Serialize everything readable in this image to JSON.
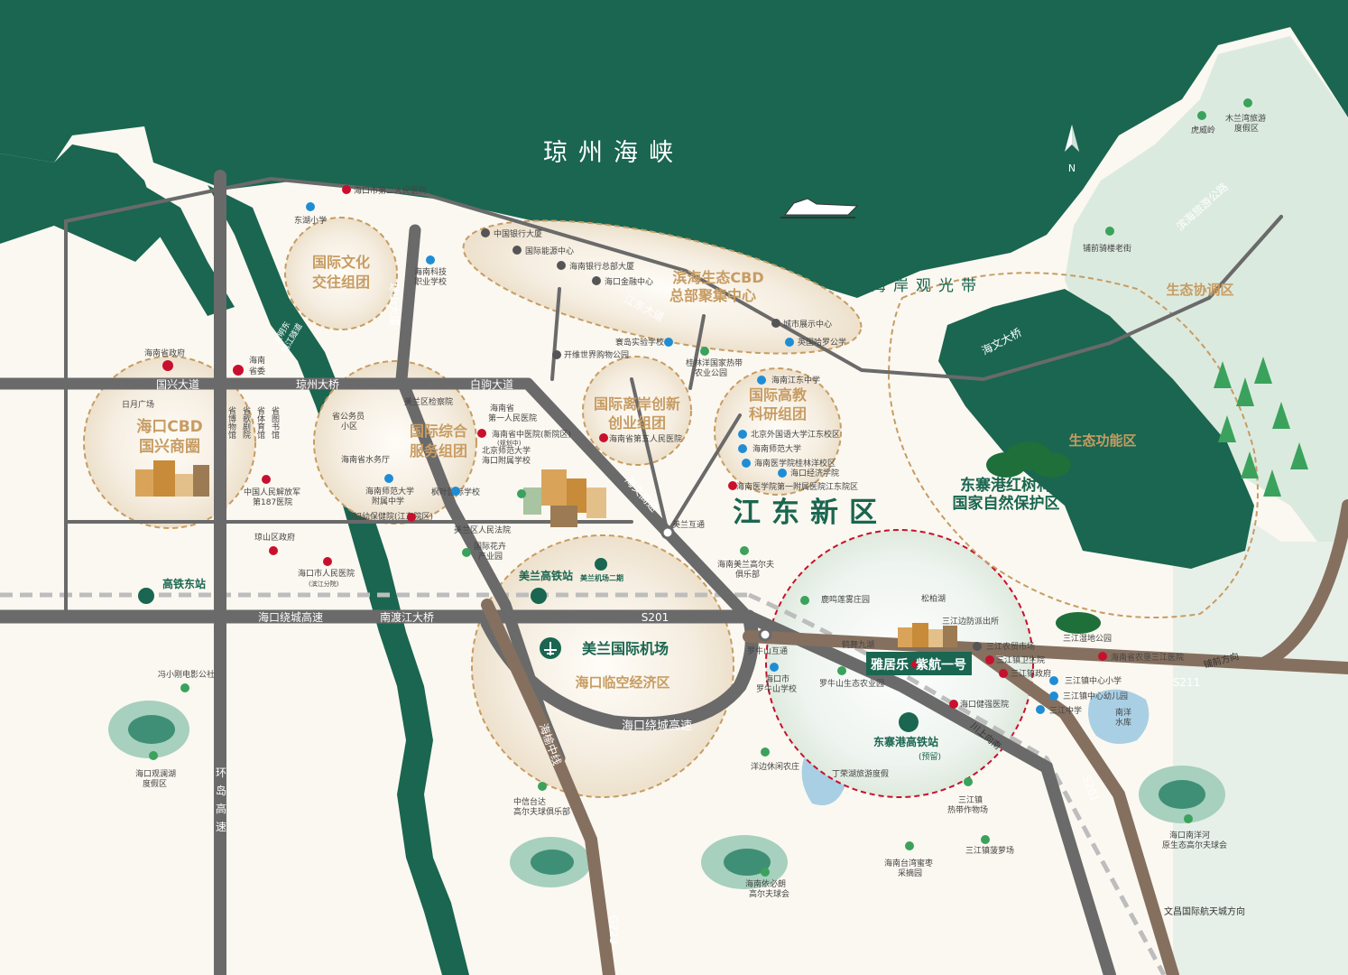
{
  "colors": {
    "sea": "#1a6650",
    "land": "#fbf8f1",
    "pale_green": "#dbeadf",
    "road_grey": "#6a6a6a",
    "road_brown": "#85705f",
    "zone_gold": "#c79c63",
    "accent_red": "#c8102e",
    "icon_blue": "#1f8dd6",
    "train_rail": "#c4c4c4"
  },
  "water": {
    "strait": "琼州海峡",
    "coast_belt": "东海岸观光带",
    "compass_n": "N"
  },
  "district": {
    "jiangdong": "江东新区"
  },
  "zones": {
    "culture": [
      "国际文化",
      "交往组团"
    ],
    "cbd_haikou": [
      "海口CBD",
      "国兴商圈"
    ],
    "service": [
      "国际综合",
      "服务组团"
    ],
    "cbd_binhai": [
      "滨海生态CBD",
      "总部聚集中心"
    ],
    "offshore": [
      "国际离岸创新",
      "创业组团"
    ],
    "edu": [
      "国际高教",
      "科研组团"
    ],
    "eco_coord": "生态协调区",
    "eco_func": "生态功能区",
    "mangrove": [
      "东寨港红树林",
      "国家自然保护区"
    ],
    "airport": "美兰国际机场",
    "airport_zone": "海口临空经济区"
  },
  "roads": {
    "guoxing": "国兴大道",
    "qiongzhou_bridge": "琼州大桥",
    "baiju": "白驹大道",
    "qiongshan": "琼山大道",
    "jiangdong": "江东大道",
    "haiwen_hwy": "海文高速",
    "haiwen_bridge": "海文大桥",
    "binhai_road": "滨海旅游公路",
    "ring_hwy_left": "海口绕城高速",
    "nandu_bridge": "南渡江大桥",
    "s201": "S201",
    "ring_hwy_bottom": "海口绕城高速",
    "haiyu": "海榆中线",
    "g223": "G223",
    "huandao": [
      "环",
      "岛",
      "高",
      "速"
    ],
    "s211": "S211",
    "s201_lower": "S201",
    "tunnel": [
      "文明东",
      "越江隧道"
    ],
    "chuan": "川上向南",
    "puqian_dir": "铺前方向",
    "wenchang_dir": "文昌国际航天城方向"
  },
  "stations": {
    "gaotie_east": "高铁东站",
    "meilan_hs": "美兰高铁站",
    "airport2": "美兰机场二期",
    "dongzhai_hs": "东寨港高铁站",
    "dongzhai_note": "(预留)"
  },
  "interchanges": {
    "meilan": "美兰互通",
    "luoniushan": "罗牛山互通"
  },
  "project": {
    "name_a": "雅居乐",
    "name_b": "紫航一号"
  },
  "pois": {
    "hospital2": "海口市第二人民医院",
    "dongwu": "东湖小学",
    "nanjiao": [
      "海南科技",
      "职业学校"
    ],
    "boc": "中国银行大厦",
    "energy": "国际能源中心",
    "hnbank": "海南银行总部大厦",
    "jinrong": "海口金融中心",
    "exhibit": "城市展示中心",
    "harrow": "英国哈罗公学",
    "yindao": "寰岛实验学校",
    "kaiwei": "开维世界购物公园",
    "guilin": [
      "桂林洋国家热带",
      "农业公园"
    ],
    "hn_gov": "海南省政府",
    "hn_party": [
      "海南",
      "省委"
    ],
    "riyue": "日月广场",
    "venues": [
      "省博物馆",
      "省歌剧院",
      "省体育馆",
      "省图书馆"
    ],
    "pla187": [
      "中国人民解放军",
      "第187医院"
    ],
    "meilan_proc": "美兰区检察院",
    "civil": [
      "省公务员",
      "小区"
    ],
    "water_dept": "海南省水务厅",
    "hn_normal_attached": [
      "海南师范大学",
      "附属中学"
    ],
    "hospital1": [
      "海南省",
      "第一人民医院"
    ],
    "tcm": "海南省中医院(新院区)",
    "tcm_note": "(规划中)",
    "bnu": [
      "北京师范大学",
      "海口附属学校"
    ],
    "fengye": "枫叶国际学校",
    "maternity": "市妇幼保健院(江东院区)",
    "meilan_court": "美兰区人民法院",
    "hospital5": "海南省第五人民医院",
    "flower": [
      "国际花卉",
      "产业园"
    ],
    "qiongshan_gov": "琼山区政府",
    "hospital_people": [
      "海口市人民医院",
      "(滨江分院)"
    ],
    "jiangdong_mid": "海南江东中学",
    "bfsu": "北京外国语大学江东校区",
    "hnnu": "海南师范大学",
    "hnmc_guilin": "海南医学院桂林洋校区",
    "econ_school": "海口经济学院",
    "hnmc_hosp": "海南医学院第一附属医院江东院区",
    "meilan_golf": [
      "海南美兰高尔夫",
      "俱乐部"
    ],
    "luming": "鹿鸣莲雾庄园",
    "songbai": "松柏湖",
    "police": "三江边防派出所",
    "market": "三江农贸市场",
    "health": "三江镇卫生院",
    "town_gov": "三江镇政府",
    "nongken": "海南省农垦三江医院",
    "wetland": "三江湿地公园",
    "sj_primary": "三江镇中心小学",
    "sj_kinder": "三江镇中心幼儿园",
    "sj_middle": "三江中学",
    "jianqiang": "海口健强医院",
    "he_yun_jiu": "鹤舞九湖",
    "luoniu_school": [
      "海口市",
      "罗牛山学校"
    ],
    "luoniu_farm": "罗牛山生态农业园",
    "nanyang_res": [
      "南洋",
      "水库"
    ],
    "yangbian": "洋边休闲农庄",
    "dingrong": "丁荣湖旅游度假",
    "tropical": [
      "三江镇",
      "热带作物场"
    ],
    "pineapple": "三江镇菠萝场",
    "taiwan_honey": [
      "海南台湾蜜枣",
      "采摘园"
    ],
    "feng_cinema": "冯小刚电影公社",
    "guanlan": [
      "海口观澜湖",
      "度假区"
    ],
    "zhongxin": [
      "中信台达",
      "高尔夫球俱乐部"
    ],
    "yibilang": [
      "海南依必朗",
      "高尔夫球会"
    ],
    "nanyanghe": [
      "海口南洋河",
      "原生态高尔夫球会"
    ],
    "huwei": "虎威岭",
    "mulan": [
      "木兰湾旅游",
      "度假区"
    ],
    "puqian_street": "铺前骑楼老街"
  }
}
